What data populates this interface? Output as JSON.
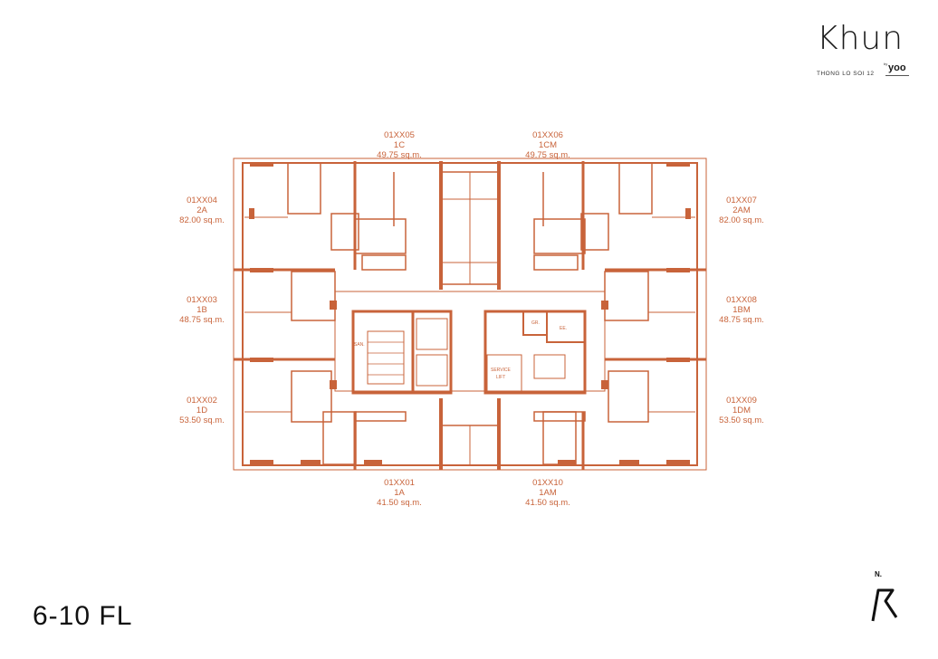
{
  "logo": {
    "word": "Khun",
    "subtitle": "THONG LO SOI 12",
    "by": "by",
    "brand": "yoo"
  },
  "floor": "6-10 FL",
  "north": "N.",
  "units": [
    {
      "code": "01XX05",
      "type": "1C",
      "area": "49.75 sq.m."
    },
    {
      "code": "01XX06",
      "type": "1CM",
      "area": "49.75 sq.m."
    },
    {
      "code": "01XX04",
      "type": "2A",
      "area": "82.00 sq.m."
    },
    {
      "code": "01XX07",
      "type": "2AM",
      "area": "82.00 sq.m."
    },
    {
      "code": "01XX03",
      "type": "1B",
      "area": "48.75 sq.m."
    },
    {
      "code": "01XX08",
      "type": "1BM",
      "area": "48.75 sq.m."
    },
    {
      "code": "01XX02",
      "type": "1D",
      "area": "53.50 sq.m."
    },
    {
      "code": "01XX09",
      "type": "1DM",
      "area": "53.50 sq.m."
    },
    {
      "code": "01XX01",
      "type": "1A",
      "area": "41.50 sq.m."
    },
    {
      "code": "01XX10",
      "type": "1AM",
      "area": "41.50 sq.m."
    }
  ],
  "rooms": {
    "san": "SAN.",
    "gr": "GR.",
    "el": "EE.",
    "service_lift_1": "SERVICE",
    "service_lift_2": "LIFT"
  },
  "colors": {
    "wall": "#c8633a",
    "text": "#c8633a",
    "title": "#111111"
  }
}
